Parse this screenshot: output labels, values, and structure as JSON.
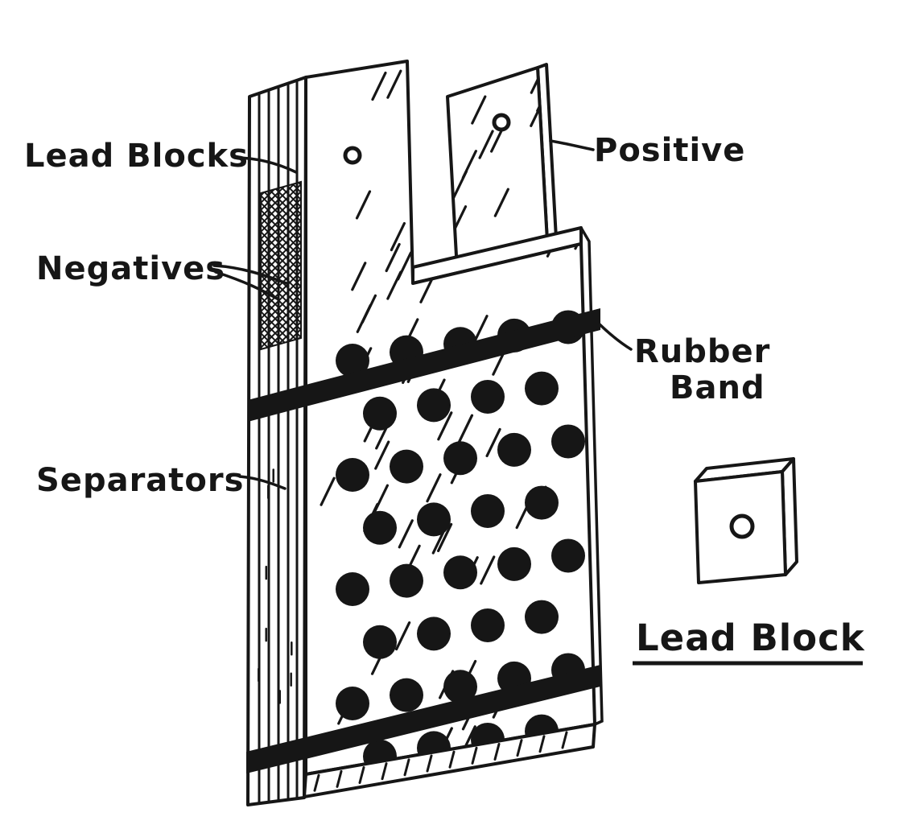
{
  "figure": {
    "paper_color": "#ffffff",
    "ink_color": "#161616",
    "labels": {
      "lead_blocks": "Lead Blocks",
      "negatives": "Negatives",
      "separators": "Separators",
      "positive": "Positive",
      "rubber_band_line1": "Rubber",
      "rubber_band_line2": "Band",
      "lead_block_caption": "Lead Block"
    }
  }
}
